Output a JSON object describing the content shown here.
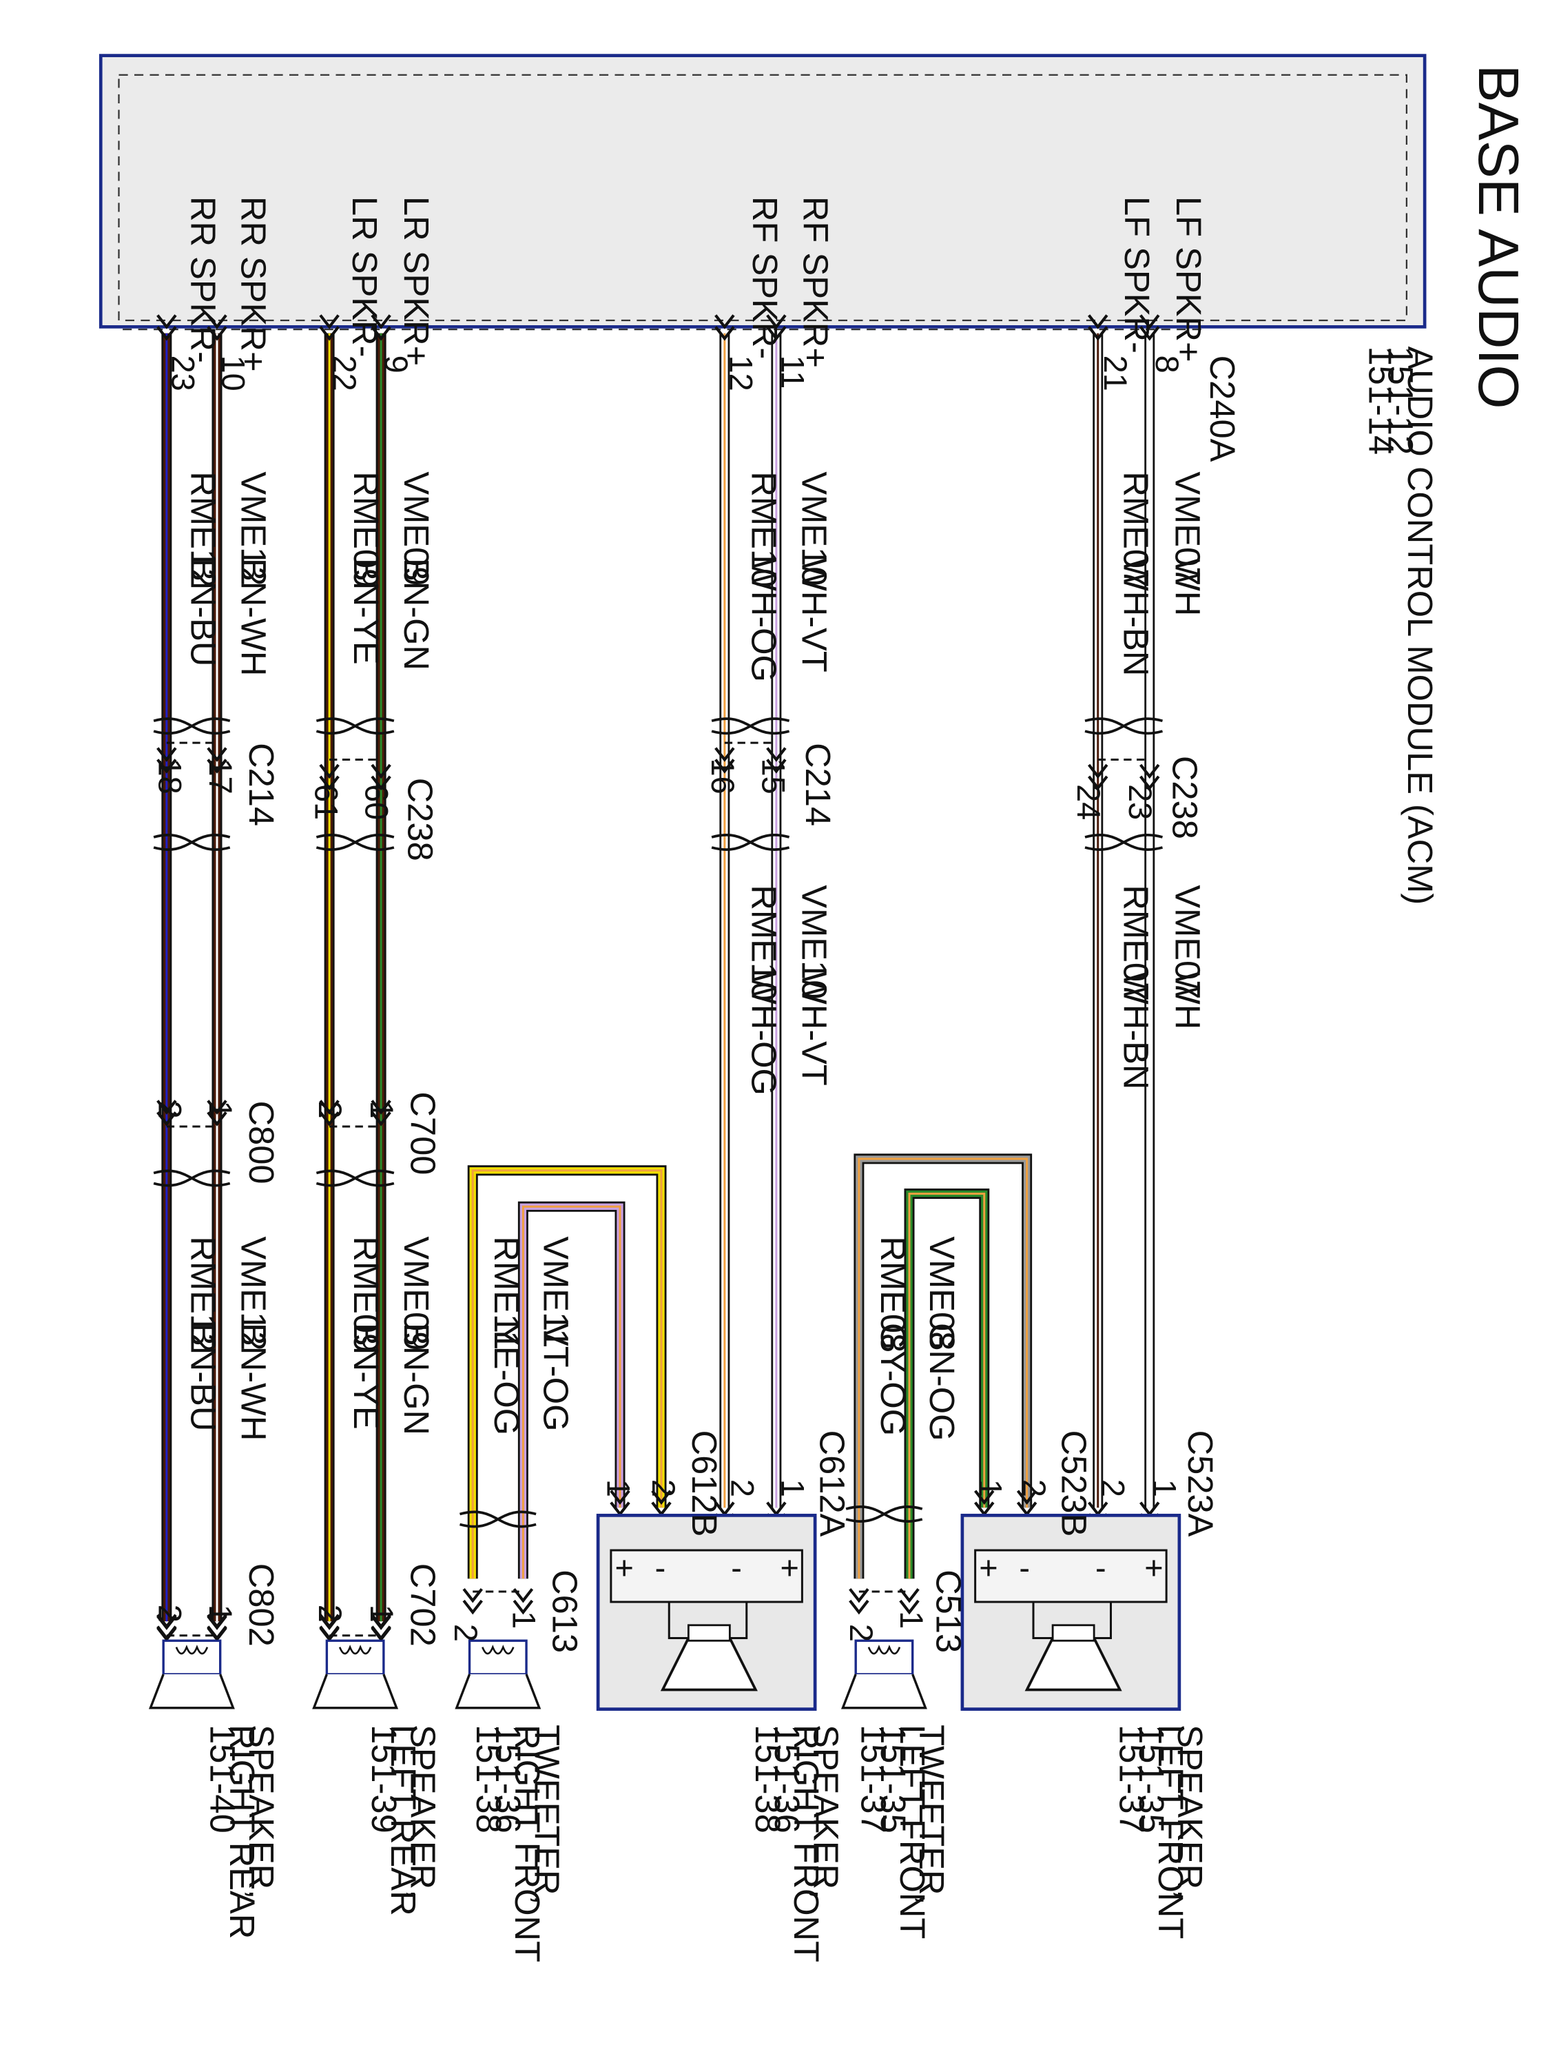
{
  "title": "BASE AUDIO",
  "module": {
    "name": "AUDIO CONTROL MODULE (ACM)",
    "refs": [
      "151-12",
      "151-14"
    ],
    "connector": "C240A"
  },
  "circuits": [
    {
      "id": "lf_pos",
      "signal": "LF SPKR+",
      "acm_pin": "8",
      "circuit": "VME07",
      "color": "WH",
      "inline_connector": "C238",
      "inline_pin": "23",
      "load_connector": "C523A",
      "load_pin": "1"
    },
    {
      "id": "lf_neg",
      "signal": "LF SPKR-",
      "acm_pin": "21",
      "circuit": "RME07",
      "color": "WH-BN",
      "inline_connector": "C238",
      "inline_pin": "24",
      "load_connector": "C523A",
      "load_pin": "2"
    },
    {
      "id": "rf_pos",
      "signal": "RF SPKR+",
      "acm_pin": "11",
      "circuit": "VME10",
      "color": "WH-VT",
      "inline_connector": "C214",
      "inline_pin": "15",
      "load_connector": "C612A",
      "load_pin": "1"
    },
    {
      "id": "rf_neg",
      "signal": "RF SPKR-",
      "acm_pin": "12",
      "circuit": "RME10",
      "color": "WH-OG",
      "inline_connector": "C214",
      "inline_pin": "16",
      "load_connector": "C612A",
      "load_pin": "2"
    },
    {
      "id": "lr_pos",
      "signal": "LR SPKR+",
      "acm_pin": "9",
      "circuit": "VME09",
      "color": "BN-GN",
      "inline_connector": "C238",
      "inline_pin": "60",
      "inline2_connector": "C700",
      "inline2_pin": "1",
      "load_connector": "C702",
      "load_pin": "1"
    },
    {
      "id": "lr_neg",
      "signal": "LR SPKR-",
      "acm_pin": "22",
      "circuit": "RME09",
      "color": "BN-YE",
      "inline_connector": "C238",
      "inline_pin": "61",
      "inline2_connector": "C700",
      "inline2_pin": "2",
      "load_connector": "C702",
      "load_pin": "2"
    },
    {
      "id": "rr_pos",
      "signal": "RR SPKR+",
      "acm_pin": "10",
      "circuit": "VME12",
      "color": "BN-WH",
      "inline_connector": "C214",
      "inline_pin": "17",
      "inline2_connector": "C800",
      "inline2_pin": "1",
      "load_connector": "C802",
      "load_pin": "1"
    },
    {
      "id": "rr_neg",
      "signal": "RR SPKR-",
      "acm_pin": "23",
      "circuit": "RME12",
      "color": "BN-BU",
      "inline_connector": "C214",
      "inline_pin": "18",
      "inline2_connector": "C800",
      "inline2_pin": "2",
      "load_connector": "C802",
      "load_pin": "2"
    }
  ],
  "tweeter_circuits": [
    {
      "id": "lt_pos",
      "circuit": "VME08",
      "color": "GN-OG",
      "from_connector": "C523B",
      "from_pin": "1",
      "to_connector": "C513",
      "to_pin": "1"
    },
    {
      "id": "lt_neg",
      "circuit": "RME08",
      "color": "GY-OG",
      "from_connector": "C523B",
      "from_pin": "2",
      "to_connector": "C513",
      "to_pin": "2"
    },
    {
      "id": "rt_pos",
      "circuit": "VME11",
      "color": "VT-OG",
      "from_connector": "C612B",
      "from_pin": "1",
      "to_connector": "C613",
      "to_pin": "1"
    },
    {
      "id": "rt_neg",
      "circuit": "RME11",
      "color": "YE-OG",
      "from_connector": "C612B",
      "from_pin": "2",
      "to_connector": "C613",
      "to_pin": "2"
    }
  ],
  "components": [
    {
      "id": "spk_lf",
      "lines": [
        "SPEAKER,",
        "LEFT FRONT",
        "151-35",
        "151-37"
      ]
    },
    {
      "id": "tw_lf",
      "lines": [
        "TWEETER,",
        "LEFT FRONT",
        "151-35",
        "151-37"
      ]
    },
    {
      "id": "spk_rf",
      "lines": [
        "SPEAKER,",
        "RIGHT FRONT",
        "151-36",
        "151-38"
      ]
    },
    {
      "id": "tw_rf",
      "lines": [
        "TWEETER,",
        "RIGHT FRONT",
        "151-36",
        "151-38"
      ]
    },
    {
      "id": "spk_lr",
      "lines": [
        "SPEAKER,",
        "LEFT REAR",
        "151-39"
      ]
    },
    {
      "id": "spk_rr",
      "lines": [
        "SPEAKER,",
        "RIGHT REAR",
        "151-40"
      ]
    }
  ],
  "box_terminals": [
    "+",
    "-",
    "-",
    "+"
  ],
  "colors": {
    "WH": "#ffffff",
    "BN": "#4a1a0a",
    "VT": "#c8a0e0",
    "OG": "#f0a040",
    "GN": "#2a8a2a",
    "YE": "#f0e000",
    "BU": "#2020c8",
    "GY": "#999999",
    "frame": "#1a2a8a",
    "bg_box": "#e8e8e8"
  }
}
